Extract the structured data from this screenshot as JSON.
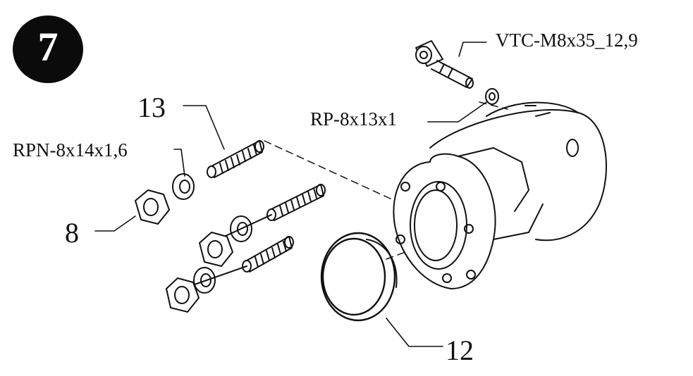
{
  "step_number": "7",
  "labels": {
    "screw": "VTC-M8x35_12,9",
    "small_washer": "RP-8x13x1",
    "washer": "RPN-8x14x1,6",
    "stud": "13",
    "nut": "8",
    "ring": "12"
  },
  "colors": {
    "ink": "#111111",
    "badge": "#0b0b0b",
    "paper": "#ffffff"
  }
}
